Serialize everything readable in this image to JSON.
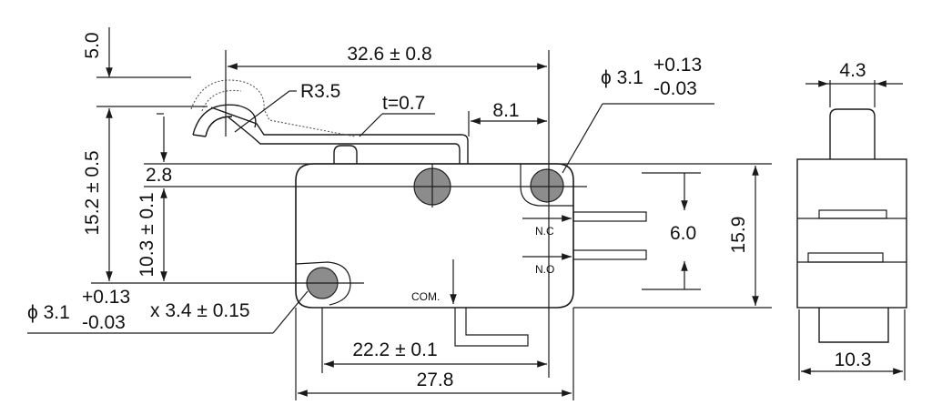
{
  "dims": {
    "d_5_0": "5.0",
    "d_32_6": "32.6 ± 0.8",
    "d_r3_5": "R3.5",
    "d_t": "t=0.7",
    "d_8_1": "8.1",
    "d_phi": "ϕ 3.1",
    "d_tol_plus": "+0.13",
    "d_tol_minus": "-0.03",
    "d_15_2": "15.2 ± 0.5",
    "d_2_8": "2.8",
    "d_10_3_side": "10.3 ± 0.1",
    "d_6_0": "6.0",
    "d_15_9": "15.9",
    "d_x34": "x 3.4 ± 0.15",
    "d_22_2": "22.2 ± 0.1",
    "d_27_8": "27.8",
    "d_4_3": "4.3",
    "d_10_3": "10.3"
  },
  "terminals": {
    "nc": "N.C",
    "no": "N.O",
    "com": "COM."
  }
}
